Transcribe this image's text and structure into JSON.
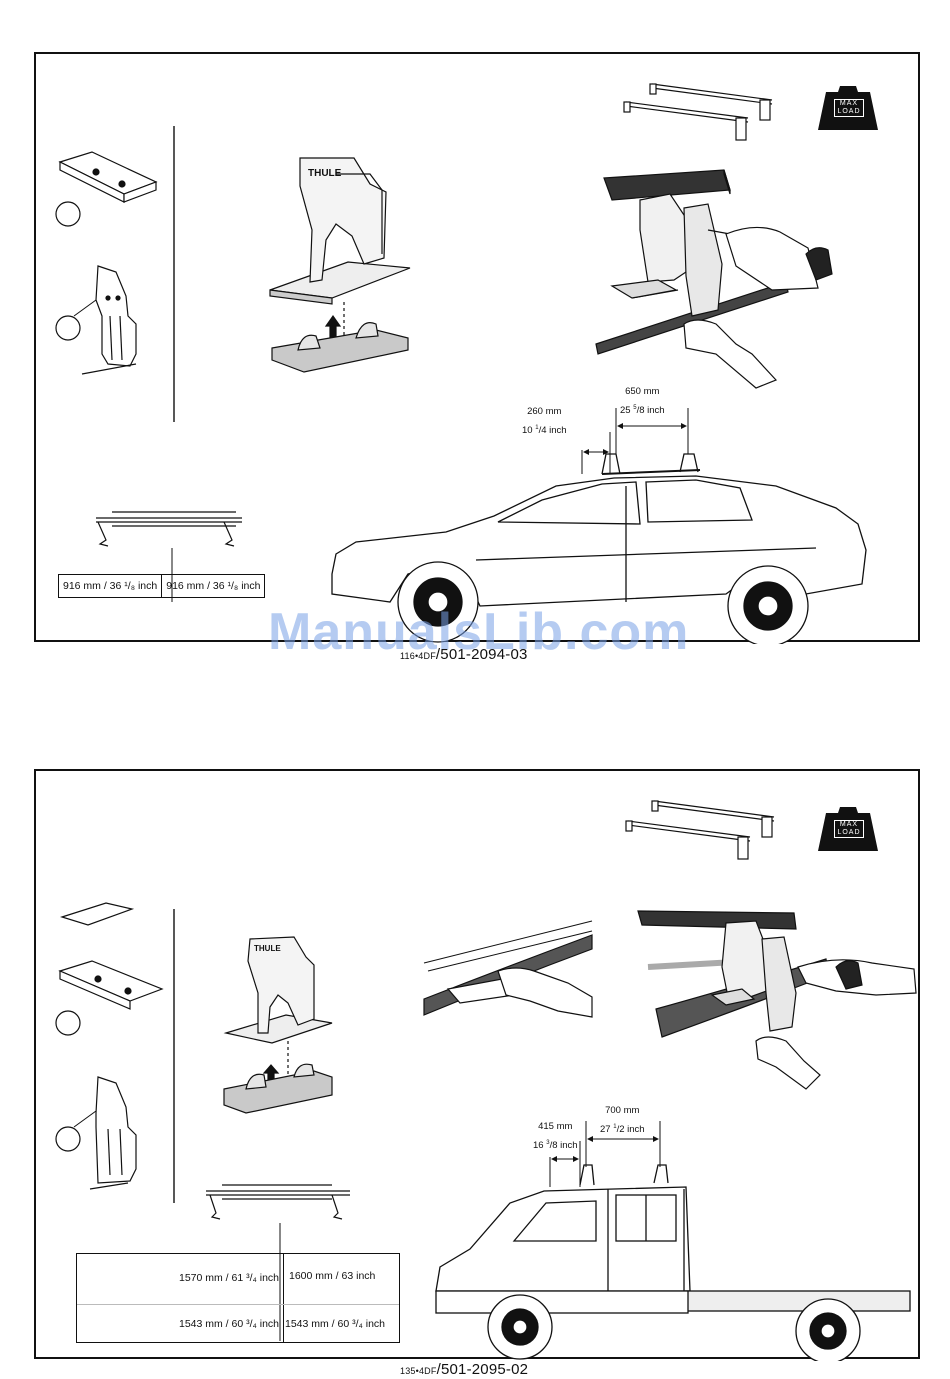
{
  "brand_text": "THULE",
  "max_load": {
    "line1": "MAX",
    "line2": "LOAD"
  },
  "watermark": "ManualsLib.com",
  "panel1": {
    "ref_prefix": "116•4DF",
    "ref_code": "/501-2094-03",
    "front_distance": {
      "line1": "260 mm",
      "line2_main": "10 ",
      "line2_sup": "1",
      "line2_rest": "/4 inch"
    },
    "bar_spacing": {
      "line1": "650 mm",
      "line2_main": "25 ",
      "line2_sup": "5",
      "line2_rest": "/8 inch"
    },
    "widths": [
      "916 mm / 36 ¹/₈ inch",
      "916 mm / 36 ¹/₈ inch"
    ]
  },
  "panel2": {
    "ref_prefix": "135•4DF",
    "ref_code": "/501-2095-02",
    "front_distance": {
      "line1": "415 mm",
      "line2_main": "16 ",
      "line2_sup": "3",
      "line2_rest": "/8 inch"
    },
    "bar_spacing": {
      "line1": "700 mm",
      "line2_main": "27 ",
      "line2_sup": "1",
      "line2_rest": "/2 inch"
    },
    "widths_row1": [
      "1570 mm / 61 ³/₄ inch",
      "1600 mm / 63 inch"
    ],
    "widths_row2": [
      "1543 mm / 60 ³/₄ inch",
      "1543 mm / 60 ³/₄ inch"
    ]
  }
}
